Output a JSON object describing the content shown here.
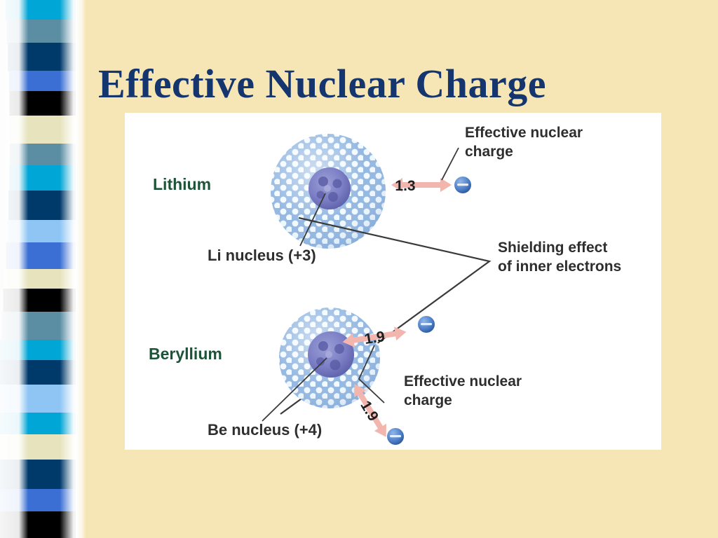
{
  "slide": {
    "title": "Effective Nuclear Charge",
    "background_color": "#F7E6B5",
    "title_color": "#14356E"
  },
  "sidebar": {
    "name": "decorative-color-ribbon",
    "bands": [
      {
        "color": "#00A6D6",
        "label": "cyan"
      },
      {
        "color": "#5B8EA3",
        "label": "steel-blue"
      },
      {
        "color": "#003A6B",
        "label": "navy"
      },
      {
        "color": "#3B6FD4",
        "label": "royal-blue"
      },
      {
        "color": "#000000",
        "label": "black"
      },
      {
        "color": "#E6E3BD",
        "label": "cream"
      },
      {
        "color": "#5B8EA3",
        "label": "steel-blue"
      },
      {
        "color": "#00A6D6",
        "label": "cyan"
      },
      {
        "color": "#003A6B",
        "label": "navy"
      },
      {
        "color": "#8EC5F5",
        "label": "light-blue"
      },
      {
        "color": "#3B6FD4",
        "label": "royal-blue"
      },
      {
        "color": "#E6E3BD",
        "label": "cream"
      },
      {
        "color": "#000000",
        "label": "black"
      },
      {
        "color": "#5B8EA3",
        "label": "steel-blue"
      },
      {
        "color": "#00A6D6",
        "label": "cyan"
      },
      {
        "color": "#003A6B",
        "label": "navy"
      },
      {
        "color": "#8EC5F5",
        "label": "light-blue"
      },
      {
        "color": "#00A6D6",
        "label": "cyan"
      },
      {
        "color": "#E6E3BD",
        "label": "cream"
      },
      {
        "color": "#003A6B",
        "label": "navy"
      },
      {
        "color": "#3B6FD4",
        "label": "royal-blue"
      },
      {
        "color": "#000000",
        "label": "black"
      }
    ]
  },
  "diagram": {
    "panel_background": "#FFFFFF",
    "arrow_color": "#F2B6AE",
    "electron_color": "#4A7BC4",
    "cloud_color": "#8FB4E0",
    "nucleus_color": "#6B6FB5",
    "element_label_color": "#1C5438",
    "atoms": [
      {
        "element": "Lithium",
        "nucleus_label": "Li nucleus (+3)",
        "effective_charge_values": [
          "1.3"
        ]
      },
      {
        "element": "Beryllium",
        "nucleus_label": "Be nucleus (+4)",
        "effective_charge_values": [
          "1.9",
          "1.9"
        ]
      }
    ],
    "callouts": {
      "effective_nuclear_charge_top_line1": "Effective nuclear",
      "effective_nuclear_charge_top_line2": "charge",
      "shielding_line1": "Shielding effect",
      "shielding_line2": "of inner electrons",
      "effective_nuclear_charge_bottom_line1": "Effective nuclear",
      "effective_nuclear_charge_bottom_line2": "charge"
    },
    "electron_symbol": "−"
  }
}
